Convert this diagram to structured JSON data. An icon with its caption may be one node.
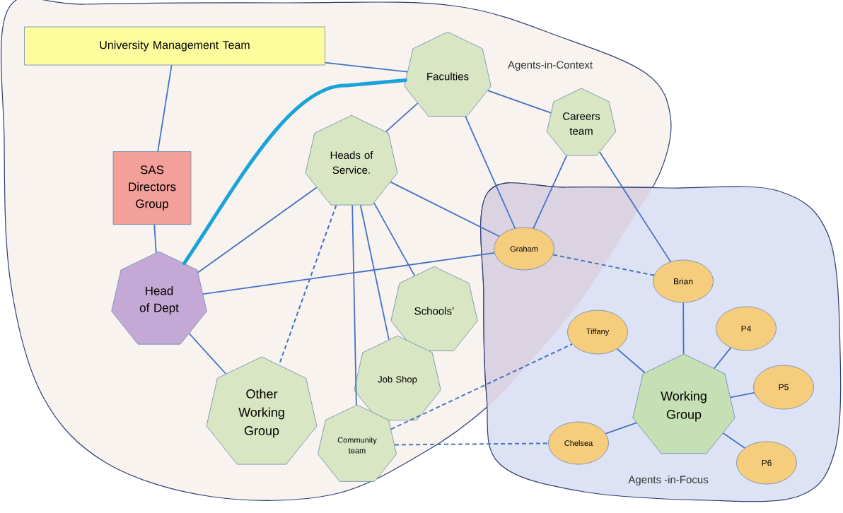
{
  "diagram": {
    "nodes": [
      {
        "text": [
          "Agents-in-Context"
        ]
      },
      {
        "text": [
          "University Management Team"
        ],
        "in": 0
      },
      {
        "text": [
          "Faculties"
        ],
        "in": 0
      },
      {
        "text": [
          "Careers team"
        ],
        "in": 0
      },
      {
        "text": [
          "SAS Directors Group"
        ],
        "in": 0
      },
      {
        "text": [
          "Heads of Service."
        ],
        "in": 0
      },
      {
        "text": [
          "Graham"
        ]
      },
      {
        "text": [
          "Head of Dept"
        ],
        "in": 0
      },
      {
        "text": [
          "Schools’"
        ],
        "in": 0
      },
      {
        "text": [
          "Agents -in-Focus"
        ]
      },
      {
        "text": [
          "Brian"
        ],
        "in": 9
      },
      {
        "text": [
          "Tiffany"
        ],
        "in": 9
      },
      {
        "text": [
          "P4"
        ],
        "in": 9
      },
      {
        "text": [
          "Job Shop"
        ],
        "in": 0
      },
      {
        "text": [
          "Working Group"
        ],
        "in": 9
      },
      {
        "text": [
          "P5"
        ],
        "in": 9
      },
      {
        "text": [
          "Other Working Group"
        ],
        "in": 0
      },
      {
        "text": [
          "Community team"
        ],
        "in": 0
      },
      {
        "text": [
          "Chelsea"
        ],
        "in": 9
      },
      {
        "text": [
          "P6"
        ],
        "in": 9
      }
    ],
    "edges": [
      {
        "from": 1,
        "to": 2,
        "arrow": "none"
      },
      {
        "from": 1,
        "to": 4,
        "arrow": "none"
      },
      {
        "from": 4,
        "to": 7,
        "arrow": "none"
      },
      {
        "from": 2,
        "to": 5,
        "arrow": "none"
      },
      {
        "from": 2,
        "to": 3,
        "arrow": "none"
      },
      {
        "from": 2,
        "to": 6,
        "arrow": "none"
      },
      {
        "from": 2,
        "to": 7,
        "arrow": "none",
        "style": "thick",
        "color": "#1aa3d9"
      },
      {
        "from": 3,
        "to": 6,
        "arrow": "none"
      },
      {
        "from": 3,
        "to": 10,
        "arrow": "none"
      },
      {
        "from": 5,
        "to": 6,
        "arrow": "none"
      },
      {
        "from": 5,
        "to": 7,
        "arrow": "none"
      },
      {
        "from": 5,
        "to": 16,
        "arrow": "none",
        "style": "dashed"
      },
      {
        "from": 5,
        "to": 17,
        "arrow": "none"
      },
      {
        "from": 5,
        "to": 13,
        "arrow": "none"
      },
      {
        "from": 5,
        "to": 8,
        "arrow": "none"
      },
      {
        "from": 7,
        "to": 6,
        "arrow": "none"
      },
      {
        "from": 7,
        "to": 16,
        "arrow": "none"
      },
      {
        "from": 6,
        "to": 10,
        "arrow": "none",
        "style": "dashed"
      },
      {
        "from": 10,
        "to": 14,
        "arrow": "none"
      },
      {
        "from": 11,
        "to": 14,
        "arrow": "none"
      },
      {
        "from": 12,
        "to": 14,
        "arrow": "none"
      },
      {
        "from": 15,
        "to": 14,
        "arrow": "none"
      },
      {
        "from": 19,
        "to": 14,
        "arrow": "none"
      },
      {
        "from": 18,
        "to": 14,
        "arrow": "none"
      },
      {
        "from": 17,
        "to": 11,
        "arrow": "none",
        "style": "dashed"
      },
      {
        "from": 17,
        "to": 18,
        "arrow": "none",
        "style": "dashed"
      }
    ]
  }
}
